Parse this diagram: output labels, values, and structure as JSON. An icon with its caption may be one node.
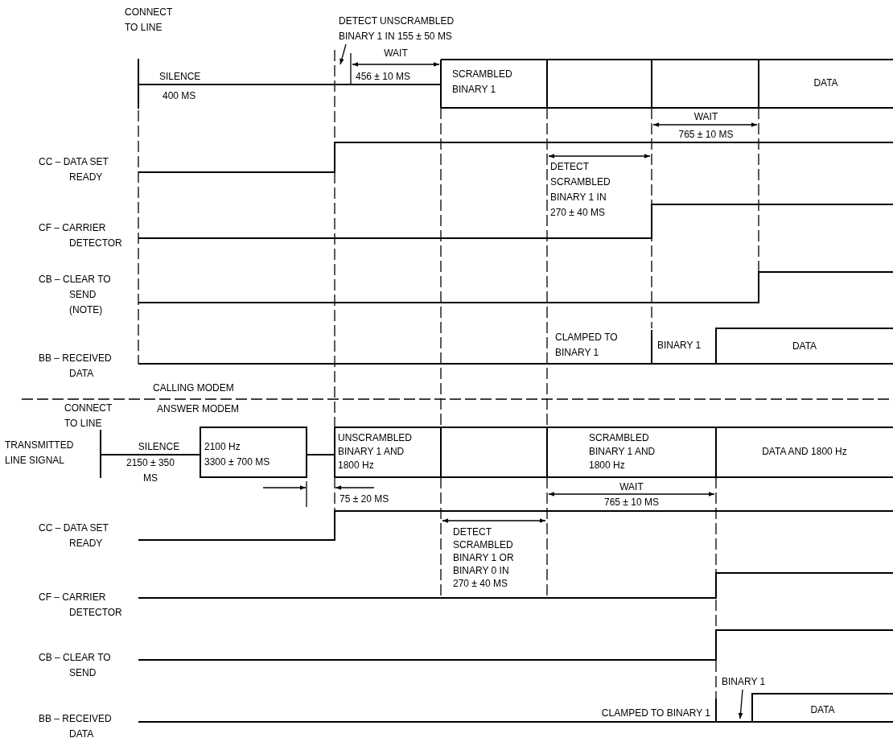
{
  "diagram": {
    "nodes": [
      {
        "text": [
          "DETECT UNSCRAMBLED BINARY 1 IN 155 ± 50 MS"
        ]
      },
      {
        "text": [
          "BINARY 1"
        ]
      }
    ],
    "edges": [
      {
        "from": 0,
        "to": null,
        "arrow": "to"
      },
      {
        "from": 1,
        "to": null,
        "arrow": "to"
      }
    ],
    "labels": [
      "CONNECT TO LINE",
      "SILENCE",
      "400 MS",
      "WAIT",
      "456 ± 10 MS",
      "SCRAMBLED BINARY 1",
      "DATA",
      "WAIT",
      "765 ± 10 MS",
      "CC – DATA SET READY",
      "DETECT SCRAMBLED BINARY 1 IN 270 ± 40 MS",
      "CF – CARRIER DETECTOR",
      "CB – CLEAR TO SEND (NOTE)",
      "CLAMPED TO BINARY 1",
      "BINARY 1",
      "DATA",
      "BB – RECEIVED DATA",
      "CALLING MODEM",
      "CONNECT TO LINE",
      "ANSWER MODEM",
      "TRANSMITTED LINE SIGNAL",
      "SILENCE",
      "2150 ± 350 MS",
      "2100 Hz",
      "3300 ± 700 MS",
      "UNSCRAMBLED BINARY 1 AND 1800 Hz",
      "SCRAMBLED BINARY 1 AND 1800 Hz",
      "DATA AND 1800 Hz",
      "75 ± 20 MS",
      "WAIT",
      "765 ± 10 MS",
      "CC – DATA SET READY",
      "DETECT SCRAMBLED BINARY 1 OR BINARY 0 IN 270 ± 40 MS",
      "CF – CARRIER DETECTOR",
      "CB – CLEAR TO SEND",
      "CLAMPED TO BINARY 1",
      "DATA",
      "BB – RECEIVED DATA"
    ]
  }
}
